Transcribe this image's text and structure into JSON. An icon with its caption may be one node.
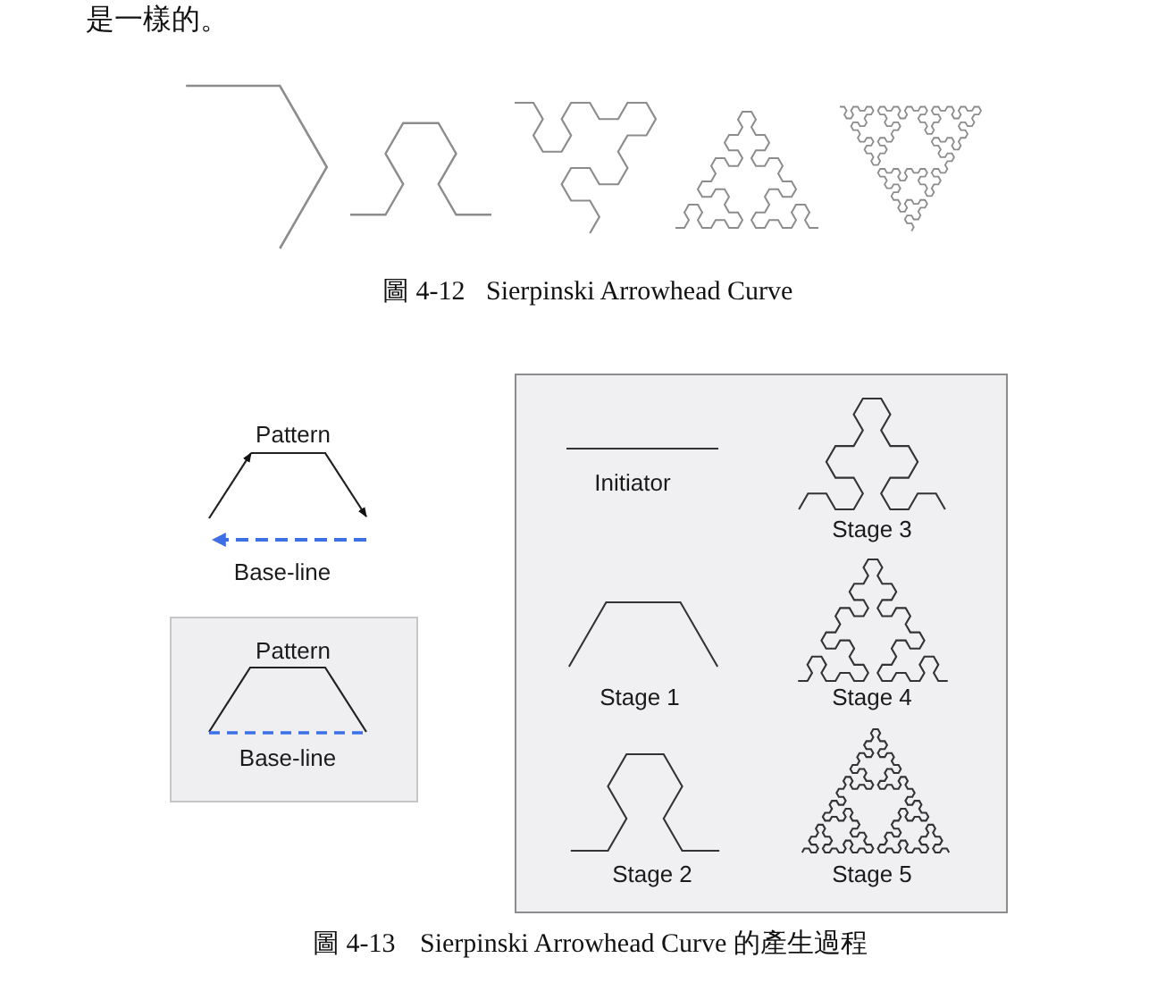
{
  "diagram": {
    "nodes": [
      {
        "text": [
          "Pattern",
          "Base-line"
        ]
      },
      {
        "text": [
          "Initiator",
          "Stage 1",
          "Stage 2",
          "Stage 3",
          "Stage 4",
          "Stage 5"
        ]
      }
    ],
    "labels": [
      "是一樣的。",
      "圖 4-12",
      "Sierpinski Arrowhead Curve",
      "Pattern",
      "Base-line",
      "圖 4-13",
      "Sierpinski Arrowhead Curve 的產生過程"
    ]
  }
}
